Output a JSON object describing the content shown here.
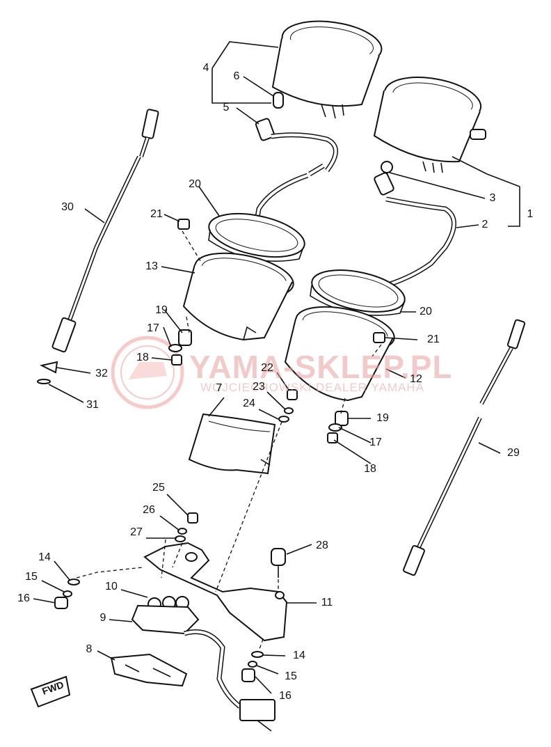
{
  "watermark": {
    "title": "YAMA-SKLEP.PL",
    "subtitle": "WOJCIECHOWSKI DEALER YAMAHA",
    "logo_icon": "yamaha-logo-icon"
  },
  "fwd_label": "FWD",
  "callouts": [
    {
      "id": "c1",
      "text": "1"
    },
    {
      "id": "c2",
      "text": "2"
    },
    {
      "id": "c3",
      "text": "3"
    },
    {
      "id": "c4",
      "text": "4"
    },
    {
      "id": "c5",
      "text": "5"
    },
    {
      "id": "c6",
      "text": "6"
    },
    {
      "id": "c7",
      "text": "7"
    },
    {
      "id": "c8",
      "text": "8"
    },
    {
      "id": "c9",
      "text": "9"
    },
    {
      "id": "c10",
      "text": "10"
    },
    {
      "id": "c11",
      "text": "11"
    },
    {
      "id": "c12",
      "text": "12"
    },
    {
      "id": "c13",
      "text": "13"
    },
    {
      "id": "c14a",
      "text": "14"
    },
    {
      "id": "c14b",
      "text": "14"
    },
    {
      "id": "c15a",
      "text": "15"
    },
    {
      "id": "c15b",
      "text": "15"
    },
    {
      "id": "c16a",
      "text": "16"
    },
    {
      "id": "c16b",
      "text": "16"
    },
    {
      "id": "c17a",
      "text": "17"
    },
    {
      "id": "c17b",
      "text": "17"
    },
    {
      "id": "c18a",
      "text": "18"
    },
    {
      "id": "c18b",
      "text": "18"
    },
    {
      "id": "c19a",
      "text": "19"
    },
    {
      "id": "c19b",
      "text": "19"
    },
    {
      "id": "c20a",
      "text": "20"
    },
    {
      "id": "c20b",
      "text": "20"
    },
    {
      "id": "c21a",
      "text": "21"
    },
    {
      "id": "c21b",
      "text": "21"
    },
    {
      "id": "c22",
      "text": "22"
    },
    {
      "id": "c23",
      "text": "23"
    },
    {
      "id": "c24",
      "text": "24"
    },
    {
      "id": "c25",
      "text": "25"
    },
    {
      "id": "c26",
      "text": "26"
    },
    {
      "id": "c27",
      "text": "27"
    },
    {
      "id": "c28",
      "text": "28"
    },
    {
      "id": "c29",
      "text": "29"
    },
    {
      "id": "c30",
      "text": "30"
    },
    {
      "id": "c31",
      "text": "31"
    },
    {
      "id": "c32",
      "text": "32"
    }
  ]
}
